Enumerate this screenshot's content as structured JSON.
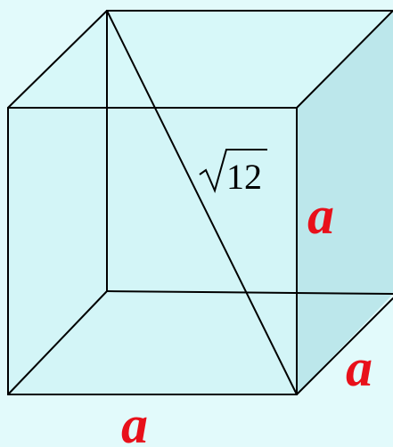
{
  "diagram": {
    "label_color": "#e8101a",
    "edge_color": "#000000",
    "labels": {
      "side_right": "a",
      "side_depth": "a",
      "side_bottom": "a",
      "diagonal": "12"
    }
  }
}
